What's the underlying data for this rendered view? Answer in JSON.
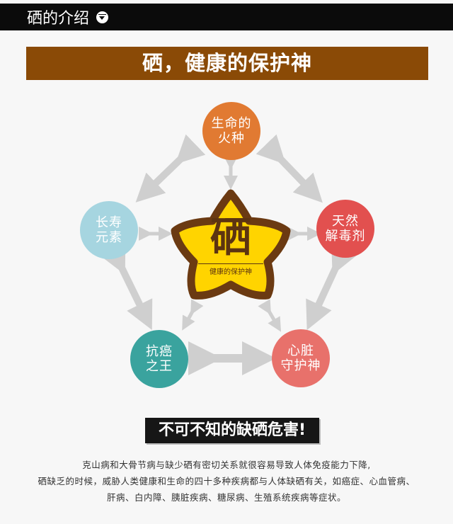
{
  "header": {
    "title": "硒的介绍",
    "icon": "chevron-down-circle-icon"
  },
  "banner": {
    "title": "硒，健康的保护神"
  },
  "diagram": {
    "center": {
      "char": "硒",
      "subtitle": "健康的保护神",
      "fill": "#ffd400",
      "border": "#6b3a12"
    },
    "nodes": [
      {
        "line1": "生命的",
        "line2": "火种",
        "color": "#e17a32"
      },
      {
        "line1": "天然",
        "line2": "解毒剂",
        "color": "#e2504f"
      },
      {
        "line1": "心脏",
        "line2": "守护神",
        "color": "#e8716b"
      },
      {
        "line1": "抗癌",
        "line2": "之王",
        "color": "#3aa39e"
      },
      {
        "line1": "长寿",
        "line2": "元素",
        "color": "#a6d5e0"
      }
    ]
  },
  "warning": {
    "title": "不可不知的缺硒危害!"
  },
  "description": {
    "lines": [
      "克山病和大骨节病与缺少硒有密切关系就很容易导致人体免疫能力下降,",
      "硒缺乏的时候，威胁人类健康和生命的四十多种疾病都与人体缺硒有关，如癌症、心血管病、",
      "肝病、白内障、胰脏疾病、糖尿病、生殖系统疾病等症状。"
    ]
  }
}
